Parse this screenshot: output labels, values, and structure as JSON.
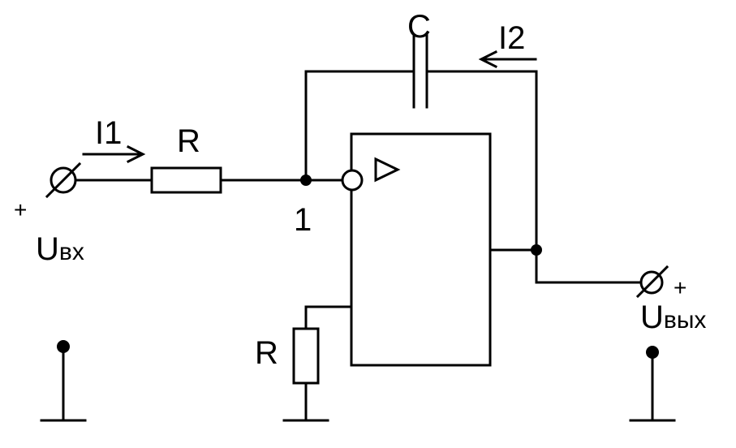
{
  "labels": {
    "capacitor": "C",
    "current_in": "I1",
    "current_feedback": "I2",
    "resistor_input": "R",
    "resistor_ground": "R",
    "node": "1",
    "input_plus": "+",
    "input_voltage_main": "U",
    "input_voltage_sub": "вх",
    "output_plus": "+",
    "output_voltage_main": "U",
    "output_voltage_sub": "вых"
  },
  "opamp_symbol": "▷"
}
